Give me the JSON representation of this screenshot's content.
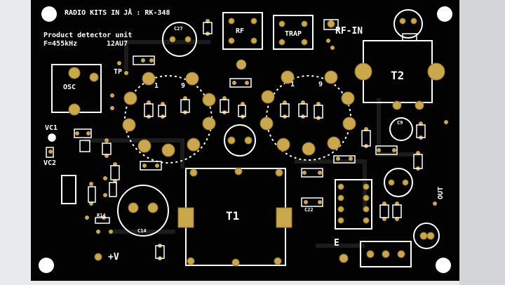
{
  "colors": {
    "board": "#020202",
    "silk": "#ffffff",
    "pad": "#c9a74a",
    "pad_dark": "#8f7428",
    "trace_ghost": "#1d1d1d",
    "backdrop": "#e9eaec",
    "side_strip": "#d3d5d8"
  },
  "header": {
    "title": "RADIO KITS IN JÅ : RK-348",
    "line1": "Product detector unit",
    "line2a": "F=455kHz",
    "line2b": "12AU7"
  },
  "blocks": {
    "rf": "RF",
    "trap": "TRAP",
    "rf_in": "RF-IN",
    "osc": "OSC",
    "t2": "T2",
    "t1": "T1"
  },
  "labels": {
    "tp": "TP",
    "vc1": "VC1",
    "vc2": "VC2",
    "plus_v": "+V",
    "out": "OUT",
    "e": "E",
    "c22": "C22",
    "r14": "R14",
    "c14": "C14",
    "c27": "C27",
    "c9": "C9",
    "tube_pin9_left": "9",
    "tube_pin1_left": "1",
    "tube_pin9_right": "9",
    "tube_pin1_right": "1"
  }
}
